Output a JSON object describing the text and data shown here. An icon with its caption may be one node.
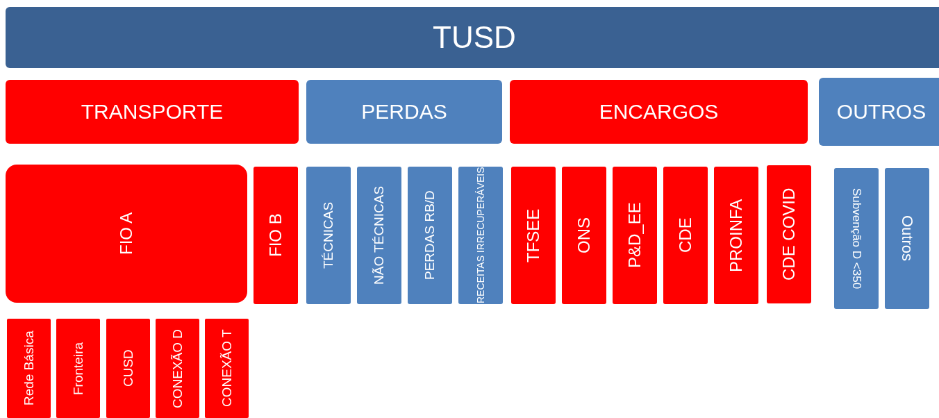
{
  "diagram": {
    "nodes": [
      {
        "text": [
          "TUSD"
        ]
      },
      {
        "text": [
          "TRANSPORTE"
        ]
      },
      {
        "text": [
          "PERDAS"
        ]
      },
      {
        "text": [
          "ENCARGOS"
        ]
      },
      {
        "text": [
          "OUTROS"
        ]
      },
      {
        "text": [
          "FIO A"
        ]
      },
      {
        "text": [
          "FIO B"
        ]
      },
      {
        "text": [
          "TÉCNICAS"
        ]
      },
      {
        "text": [
          "NÃO TÉCNICAS"
        ]
      },
      {
        "text": [
          "PERDAS RB/D"
        ]
      },
      {
        "text": [
          "RECEITAS IRRECUPERÁVEIS"
        ]
      },
      {
        "text": [
          "TFSEE"
        ]
      },
      {
        "text": [
          "ONS"
        ]
      },
      {
        "text": [
          "P&D_EE"
        ]
      },
      {
        "text": [
          "CDE"
        ]
      },
      {
        "text": [
          "PROINFA"
        ]
      },
      {
        "text": [
          "CDE COVID"
        ]
      },
      {
        "text": [
          "Subvenção D <350"
        ]
      },
      {
        "text": [
          "Outros"
        ]
      },
      {
        "text": [
          "Rede Básica"
        ]
      },
      {
        "text": [
          "Fronteira"
        ]
      },
      {
        "text": [
          "CUSD"
        ]
      },
      {
        "text": [
          "CONEXÃO D"
        ]
      },
      {
        "text": [
          "CONEXÃO T"
        ]
      }
    ]
  }
}
